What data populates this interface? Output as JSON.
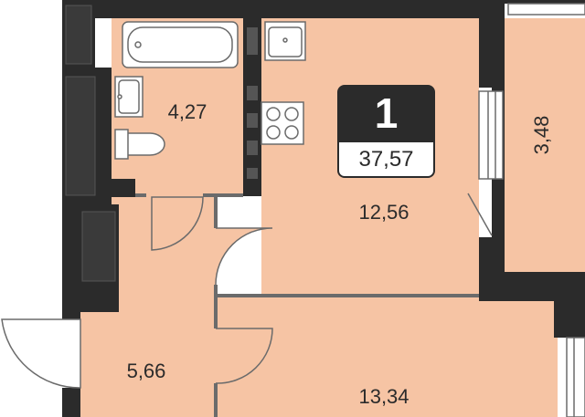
{
  "colors": {
    "floor": "#f6c4a4",
    "wall": "#2b2b2b",
    "fixture_stroke": "#6b6b6b",
    "background": "#ffffff"
  },
  "badge": {
    "rooms": "1",
    "total_area": "37,57"
  },
  "rooms": {
    "bathroom": "4,27",
    "living": "12,56",
    "balcony": "3,48",
    "hall": "5,66",
    "bedroom": "13,34"
  }
}
